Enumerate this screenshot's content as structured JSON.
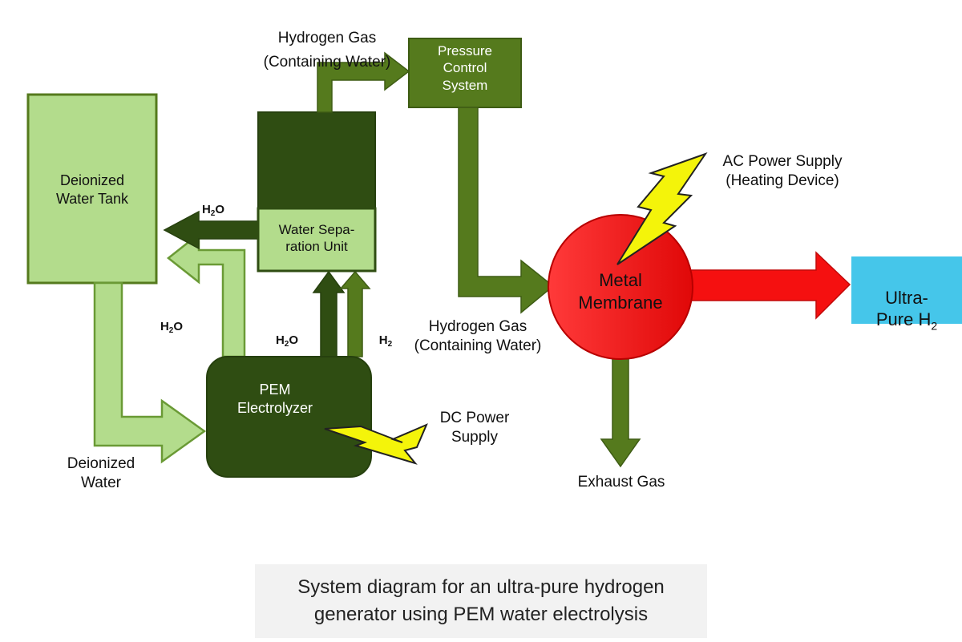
{
  "labels": {
    "hydrogen_gas_top_1": "Hydrogen Gas",
    "hydrogen_gas_top_2": "(Containing Water)",
    "pressure_control": "Pressure\nControl\nSystem",
    "deionized_water_tank": "Deionized\nWater Tank",
    "water_separation_unit": "Water Sepa-\nration Unit",
    "pem_electrolyzer": "PEM\nElectrolyzer",
    "ac_power_supply": "AC Power Supply\n(Heating Device)",
    "dc_power_supply": "DC Power\nSupply",
    "metal_membrane": "Metal\nMembrane",
    "ultra_pure_prefix": "Ultra-\nPure H",
    "ultra_pure_sub": "2",
    "hydrogen_gas_mid": "Hydrogen Gas\n(Containing Water)",
    "deionized_water": "Deionized\nWater",
    "exhaust_gas": "Exhaust Gas",
    "h2o_main": "H",
    "h2o_sub": "2",
    "h2o_suffix": "O",
    "h2_main": "H",
    "h2_sub": "2"
  },
  "caption": "System diagram for an ultra-pure hydrogen\ngenerator using PEM water electrolysis",
  "colors": {
    "dark_green": "#2f4d12",
    "medium_green": "#557a1d",
    "light_green": "#b3dc8c",
    "membrane_red": "#f51010",
    "output_blue": "#45c6ea",
    "bolt_yellow": "#f4f40a"
  }
}
